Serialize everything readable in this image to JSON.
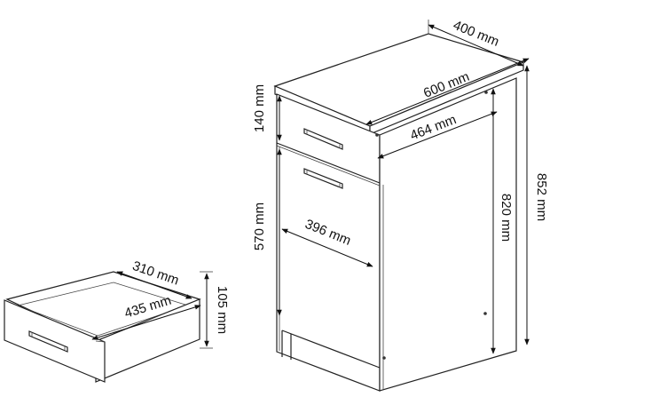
{
  "dimensions": {
    "top_depth": "400 mm",
    "top_width": "600 mm",
    "inner_width": "464 mm",
    "total_height": "852 mm",
    "body_height": "820 mm",
    "drawer_front_height": "140 mm",
    "door_height": "570 mm",
    "door_width": "396 mm",
    "drawer_depth": "310 mm",
    "drawer_length": "435 mm",
    "drawer_height": "105 mm"
  },
  "colors": {
    "line": "#222222",
    "background": "#ffffff"
  }
}
